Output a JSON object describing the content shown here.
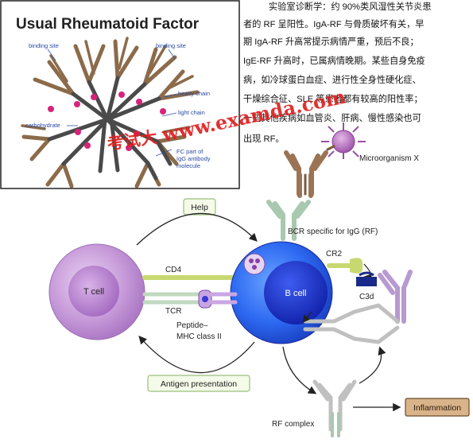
{
  "inset": {
    "title": "Usual Rheumatoid Factor",
    "labels": {
      "binding_site_left": "binding site",
      "binding_site_right": "binding site",
      "heavy_chain": "heavy chain",
      "light_chain": "light chain",
      "carbohydrate": "carbohydrate",
      "fc_part_line1": "FC part of",
      "fc_part_line2": "IgG antibody",
      "fc_part_line3": "molecule"
    }
  },
  "text_block": {
    "lines": [
      "实验室诊断学：约 90%类风湿性关节炎患",
      "者的 RF 呈阳性。IgA-RF 与骨质破坏有关，早",
      "期 IgA-RF 升高常提示病情严重，预后不良；",
      "IgE-RF 升高时，已属病情晚期。某些自身免疫",
      "病，如冷球蛋白血症、进行性全身性硬化症、",
      "干燥综合征、SLE 等患者都有较高的阳性率；",
      "一些其他疾病如血管炎、肝病、慢性感染也可",
      "出现 RF。"
    ]
  },
  "watermark": {
    "cn_text": "考试大",
    "url_text": "www.examda.com"
  },
  "diagram": {
    "labels": {
      "microorganism": "Microorganism X",
      "bcr": "BCR specific for IgG (RF)",
      "help": "Help",
      "t_cell": "T cell",
      "cd4": "CD4",
      "tcr": "TCR",
      "peptide_mhc_line1": "Peptide–",
      "peptide_mhc_line2": "MHC class II",
      "b_cell": "B cell",
      "cr2": "CR2",
      "c3d": "C3d",
      "antigen_presentation": "Antigen presentation",
      "rf_complex": "RF complex",
      "inflammation": "Inflammation"
    }
  },
  "colors": {
    "antibody_brown": "#8b6b4a",
    "heavy_chain_gray": "#4a4a4a",
    "carbohydrate_magenta": "#d6247a",
    "t_cell_purple": "#b98ad0",
    "b_cell_blue": "#1f3fd6",
    "cd4_green": "#c8d870",
    "bcr_green": "#a8c8b0",
    "c3d_navy": "#1a2a8a",
    "inflammation_tan": "#d9b48a",
    "watermark_red": "#e02020"
  }
}
